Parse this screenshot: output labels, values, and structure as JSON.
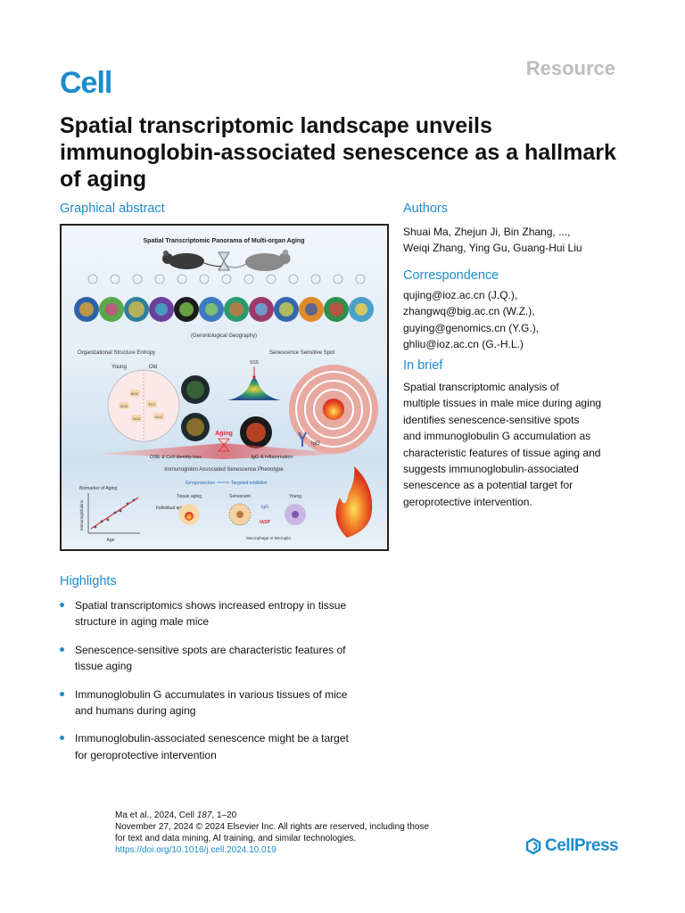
{
  "header": {
    "journal": "Cell",
    "article_type": "Resource"
  },
  "title": "Spatial transcriptomic landscape unveils immunoglobin-associated senescence as a hallmark of aging",
  "graphical_abstract": {
    "heading": "Graphical abstract",
    "panel_title": "Spatial Transcriptomic Panorama of Multi-organ Aging",
    "geography_label": "(Gerontological Geography)",
    "ose_label": "Organizational Structure Entropy",
    "sss_label": "Senescence Sensitive Spot",
    "sss_short": "SSS",
    "young": "Young",
    "old": "Old",
    "aging": "Aging",
    "ose_loss": "OSE & Cell identity loss",
    "igg_inflammation": "IgG & Inflammation",
    "igg": "IgG",
    "iasp": "Immunoglobin Associated Senescence Phenotype",
    "geroprotection": "Geroprotection",
    "targeted_inhibition": "Targeted inhibition",
    "biomarker": "Biomarker of Aging",
    "immunoglobulins": "Immunoglobulins",
    "age": "Age",
    "individual_aging": "Individual aging",
    "tissue_aging": "Tissue aging",
    "senescent": "Senescent",
    "young_cell": "Young",
    "iasp_short": "IASP",
    "macrophage": "Macrophage or Microglia",
    "bcz": "BCZ",
    "tcz": "TCZ",
    "dcz": "DCZ",
    "gcz": "GCZ"
  },
  "authors": {
    "heading": "Authors",
    "line1": "Shuai Ma, Zhejun Ji, Bin Zhang, ...,",
    "line2": "Weiqi Zhang, Ying Gu, Guang-Hui Liu"
  },
  "correspondence": {
    "heading": "Correspondence",
    "emails": [
      "qujing@ioz.ac.cn (J.Q.),",
      "zhangwq@big.ac.cn (W.Z.),",
      "guying@genomics.cn (Y.G.),",
      "ghliu@ioz.ac.cn (G.-H.L.)"
    ]
  },
  "in_brief": {
    "heading": "In brief",
    "lines": [
      "Spatial transcriptomic analysis of",
      "multiple tissues in male mice during aging",
      "identifies senescence-sensitive spots",
      "and immunoglobulin G accumulation as",
      "characteristic features of tissue aging and",
      "suggests immunoglobulin-associated",
      "senescence as a potential target for",
      "geroprotective intervention."
    ]
  },
  "highlights": {
    "heading": "Highlights",
    "items": [
      {
        "l1": "Spatial transcriptomics shows increased entropy in tissue",
        "l2": "structure in aging male mice"
      },
      {
        "l1": "Senescence-sensitive spots are characteristic features of",
        "l2": "tissue aging"
      },
      {
        "l1": "Immunoglobulin G accumulates in various tissues of mice",
        "l2": "and humans during aging"
      },
      {
        "l1": "Immunoglobulin-associated senescence might be a target",
        "l2": "for geroprotective intervention"
      }
    ]
  },
  "footer": {
    "citation_pre": "Ma et al., 2024, Cell ",
    "citation_vol": "187",
    "citation_post": ", 1–20",
    "line2": "November 27, 2024 © 2024 Elsevier Inc. All rights are reserved, including those",
    "line3": "for text and data mining, AI training, and similar technologies.",
    "doi": "https://doi.org/10.1016/j.cell.2024.10.019"
  },
  "publisher": "CellPress",
  "colors": {
    "accent": "#1b8ccc",
    "muted": "#bdbdbd",
    "aging_red": "#d9252b"
  }
}
